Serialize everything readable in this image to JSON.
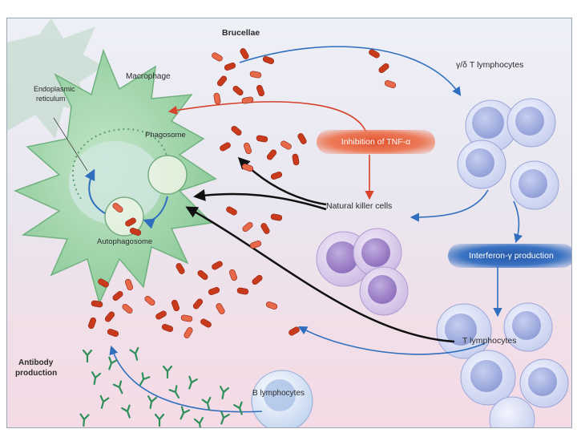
{
  "labels": {
    "brucellae": "Brucellae",
    "gamma_delta": "γ/δ T lymphocytes",
    "macrophage": "Macrophage",
    "endoplasmic_line1": "Endoplasmic",
    "endoplasmic_line2": "reticulum",
    "phagosome": "Phagosome",
    "autophagosome": "Autophagosome",
    "inhibition_tnf": "Inhibition of TNF-α",
    "nk_cells": "Natural killer cells",
    "interferon": "Interferon-γ production",
    "t_lymphocytes": "T lymphocytes",
    "antibody_line1": "Antibody",
    "antibody_line2": "production",
    "b_lymphocytes": "B lymphocytes"
  },
  "colors": {
    "bacteria": "#c93a1c",
    "bacteria_light": "#e8684a",
    "macrophage": "#9ed4a8",
    "macrophage_edge": "#6fb27e",
    "nucleus": "#c9e5da",
    "lymphocyte": "#d8def3",
    "lymphocyte_nucleus": "#a9b5e2",
    "nk_cell": "#d9cbe9",
    "nk_nucleus": "#a58ccd",
    "antibody": "#2e8f5a",
    "arrow_blue": "#2f6fbe",
    "arrow_red": "#d8412a",
    "arrow_black": "#111111"
  }
}
